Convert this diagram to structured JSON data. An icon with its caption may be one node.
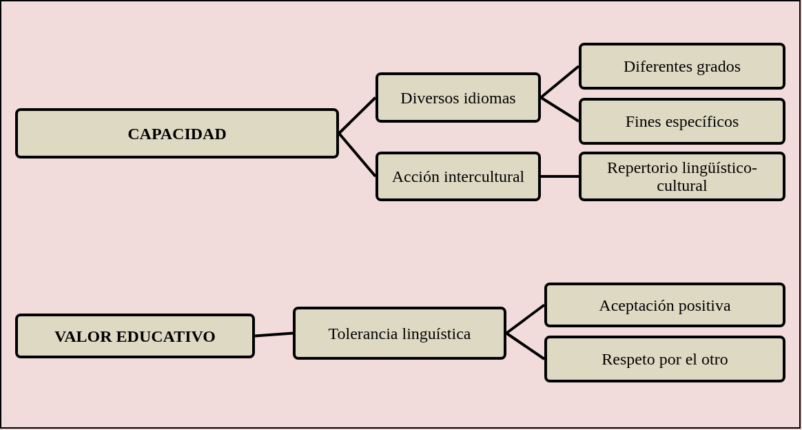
{
  "diagram": {
    "nodes": [
      {
        "text": [
          "CAPACIDAD"
        ]
      },
      {
        "text": [
          "Diversos idiomas"
        ]
      },
      {
        "text": [
          "Diferentes grados"
        ]
      },
      {
        "text": [
          "Fines específicos"
        ]
      },
      {
        "text": [
          "Acción intercultural"
        ]
      },
      {
        "text": [
          "Repertorio lingüístico-cultural"
        ]
      },
      {
        "text": [
          "VALOR EDUCATIVO"
        ]
      },
      {
        "text": [
          "Tolerancia linguística"
        ]
      },
      {
        "text": [
          "Aceptación positiva"
        ]
      },
      {
        "text": [
          "Respeto por el otro"
        ]
      }
    ],
    "edges": [
      {
        "from": 0,
        "to": 1,
        "arrow": "none"
      },
      {
        "from": 0,
        "to": 4,
        "arrow": "none"
      },
      {
        "from": 1,
        "to": 2,
        "arrow": "none"
      },
      {
        "from": 1,
        "to": 3,
        "arrow": "none"
      },
      {
        "from": 4,
        "to": 5,
        "arrow": "none"
      },
      {
        "from": 6,
        "to": 7,
        "arrow": "none"
      },
      {
        "from": 7,
        "to": 8,
        "arrow": "none"
      },
      {
        "from": 7,
        "to": 9,
        "arrow": "none"
      }
    ]
  }
}
